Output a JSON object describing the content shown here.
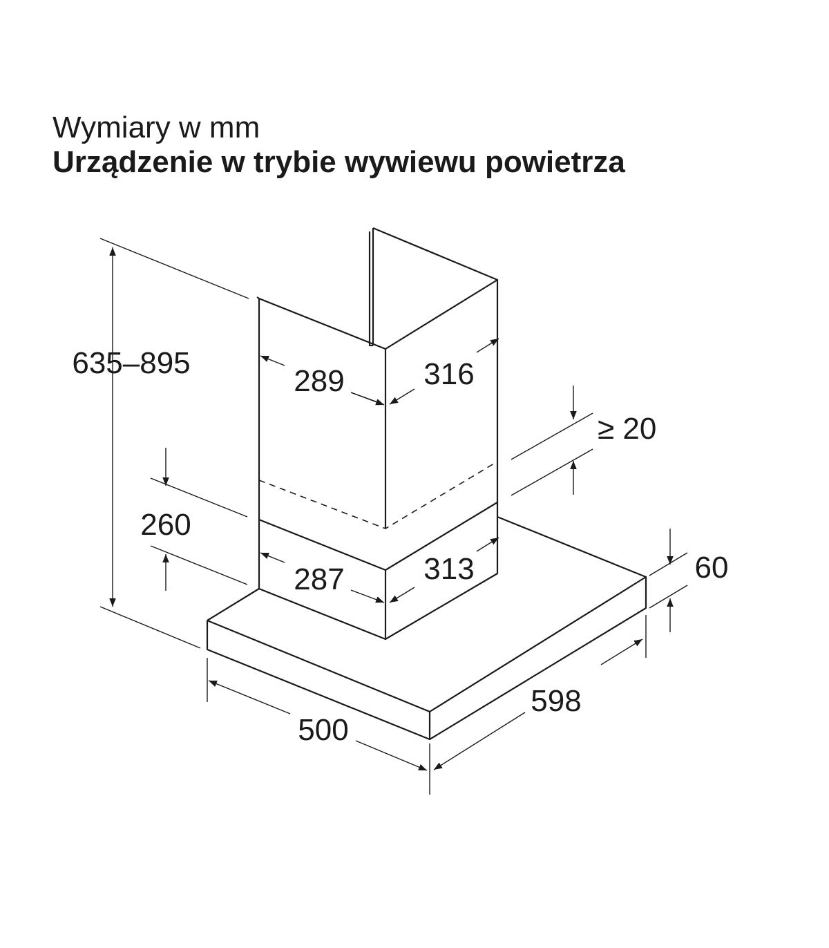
{
  "header": {
    "subtitle": "Wymiary w mm",
    "title": "Urządzenie w trybie wywiewu powietrza"
  },
  "dimensions": {
    "total_height": "635–895",
    "upper_chimney_depth": "289",
    "upper_chimney_width": "316",
    "ceiling_gap": "≥ 20",
    "lower_chimney_height": "260",
    "lower_chimney_depth": "287",
    "lower_chimney_width": "313",
    "hood_thickness": "60",
    "hood_width": "598",
    "hood_depth": "500"
  }
}
